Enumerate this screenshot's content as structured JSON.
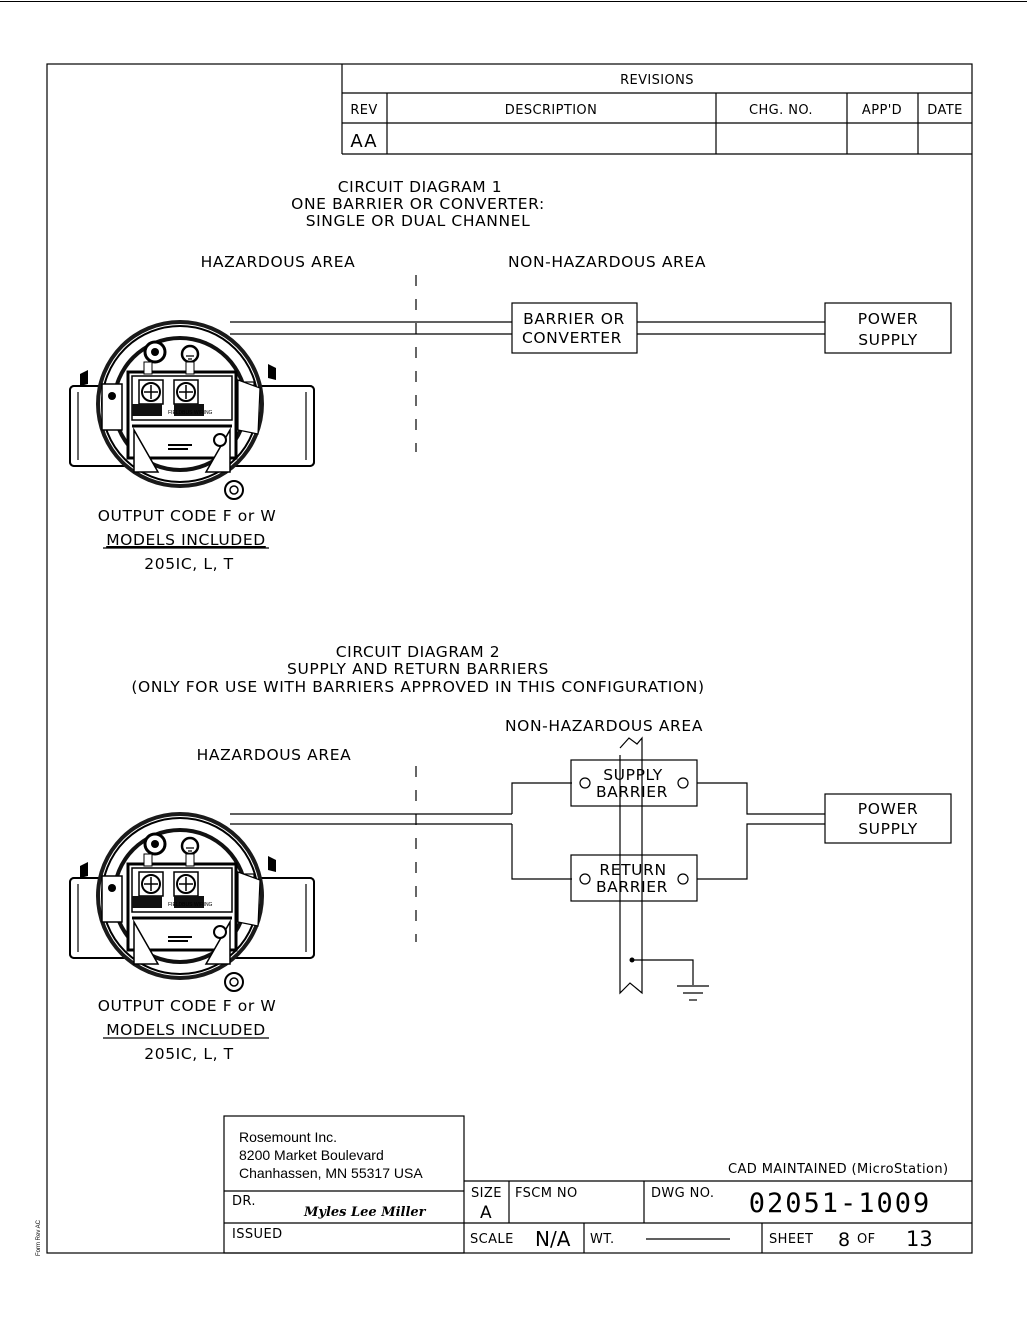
{
  "header": {
    "revisions_title": "REVISIONS",
    "col_rev": "REV",
    "col_description": "DESCRIPTION",
    "col_chg_no": "CHG. NO.",
    "col_appd": "APP'D",
    "col_date": "DATE",
    "rev_value": "AA"
  },
  "diagram1": {
    "title_line1": "CIRCUIT  DIAGRAM  1",
    "title_line2": "ONE  BARRIER  OR  CONVERTER:",
    "title_line3": "SINGLE  OR  DUAL  CHANNEL",
    "hazardous_label": "HAZARDOUS  AREA",
    "nonhazardous_label": "NON-HAZARDOUS  AREA",
    "barrier_line1": "BARRIER  OR",
    "barrier_line2": "CONVERTER",
    "power_line1": "POWER",
    "power_line2": "SUPPLY",
    "output_code": "OUTPUT  CODE  F  or  W",
    "models_included": "MODELS  INCLUDED",
    "models": "205IC, L, T",
    "terminal_label": "FIELDBUS WIRING"
  },
  "diagram2": {
    "title_line1": "CIRCUIT  DIAGRAM  2",
    "title_line2": "SUPPLY  AND  RETURN  BARRIERS",
    "title_line3": "(ONLY  FOR  USE  WITH  BARRIERS  APPROVED  IN  THIS  CONFIGURATION)",
    "nonhazardous_label": "NON-HAZARDOUS  AREA",
    "hazardous_label": "HAZARDOUS  AREA",
    "supply_line1": "SUPPLY",
    "supply_line2": "BARRIER",
    "return_line1": "RETURN",
    "return_line2": "BARRIER",
    "power_line1": "POWER",
    "power_line2": "SUPPLY",
    "output_code": "OUTPUT  CODE  F  or  W",
    "models_included": "MODELS  INCLUDED",
    "models": "205IC, L, T",
    "terminal_label": "FIELDBUS WIRING"
  },
  "title_block": {
    "company_line1": "Rosemount Inc.",
    "company_line2": "8200  Market Boulevard",
    "company_line3": "Chanhassen, MN  55317  USA",
    "cad_maintained": "CAD  MAINTAINED  (MicroStation)",
    "dr_label": "DR.",
    "dr_name": "Myles Lee Miller",
    "issued_label": "ISSUED",
    "size_label": "SIZE",
    "size_value": "A",
    "fscm_label": "FSCM  NO",
    "dwg_label": "DWG  NO.",
    "dwg_number": "02051-1009",
    "scale_label": "SCALE",
    "scale_value": "N/A",
    "wt_label": "WT.",
    "sheet_label": "SHEET",
    "sheet_number": "8",
    "of_label": "OF",
    "sheet_total": "13"
  },
  "form_rev": "Form  Rev  AC"
}
